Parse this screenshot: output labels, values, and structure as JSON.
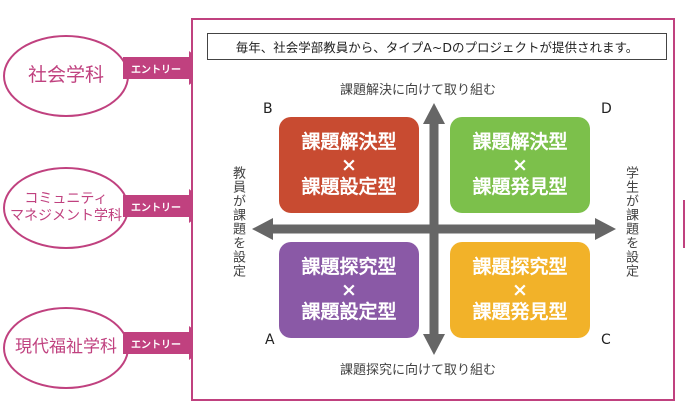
{
  "departments": [
    {
      "label": "社会学科",
      "entry_label": "エントリー"
    },
    {
      "label": "コミュニティ\nマネジメント学科",
      "entry_label": "エントリー"
    },
    {
      "label": "現代福祉学科",
      "entry_label": "エントリー"
    }
  ],
  "banner": "毎年、社会学部教員から、タイプA~Dのプロジェクトが提供されます。",
  "axis": {
    "top": "課題解決に向けて取り組む",
    "bottom": "課題探究に向けて取り組む",
    "left": "教員が課題を設定",
    "right": "学生が課題を設定"
  },
  "corners": {
    "a": "A",
    "b": "B",
    "c": "C",
    "d": "D"
  },
  "quadrants": {
    "b": {
      "line1": "課題解決型",
      "x": "×",
      "line2": "課題設定型",
      "color": "#c84b31"
    },
    "d": {
      "line1": "課題解決型",
      "x": "×",
      "line2": "課題発見型",
      "color": "#7cc04b"
    },
    "a": {
      "line1": "課題探究型",
      "x": "×",
      "line2": "課題設定型",
      "color": "#8a59a6"
    },
    "c": {
      "line1": "課題探究型",
      "x": "×",
      "line2": "課題発見型",
      "color": "#f2b229"
    }
  },
  "colors": {
    "accent": "#c0417f",
    "axis_arrow": "#666666"
  }
}
